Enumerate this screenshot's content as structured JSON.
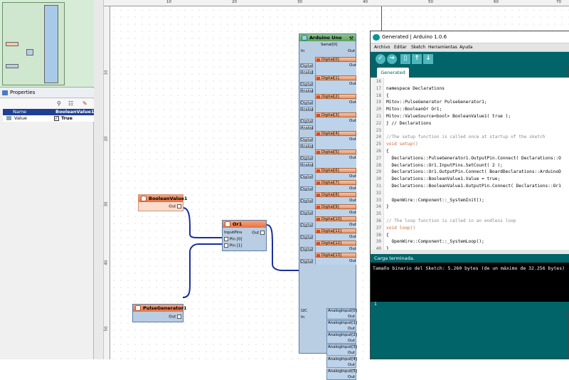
{
  "properties": {
    "title": "Properties",
    "rows": [
      {
        "label": "Name",
        "value": "BooleanValue1"
      },
      {
        "label": "Value",
        "value": "True"
      }
    ]
  },
  "ruler": {
    "top": [
      "10",
      "20",
      "30",
      "40",
      "50",
      "60",
      "70"
    ],
    "left": [
      "10",
      "20",
      "30",
      "40",
      "50"
    ]
  },
  "components": {
    "boolean_value": {
      "title": "BooleanValue1",
      "out": "Out"
    },
    "pulse_generator": {
      "title": "PulseGenerator1",
      "out": "Out"
    },
    "or": {
      "title": "Or1",
      "input_pins": "InputPins",
      "pin0": "Pin [0]",
      "pin1": "Pin [1]",
      "out": "Out"
    },
    "arduino": {
      "title": "Arduino Uno",
      "serial": "Serial[0]",
      "in": "In",
      "out": "Out",
      "digital": "Digital",
      "analog": "Analog",
      "i2c": "I2C",
      "channels": [
        "Digital[0]",
        "Digital[1]",
        "Digital[2]",
        "Digital[3]",
        "Digital[4]",
        "Digital[5]",
        "Digital[6]",
        "Digital[7]",
        "Digital[8]",
        "Digital[9]",
        "Digital[10]",
        "Digital[11]",
        "Digital[12]",
        "Digital[13]"
      ],
      "analog_inputs": [
        "AnalogInput[0]",
        "AnalogInput[1]",
        "AnalogInput[2]",
        "AnalogInput[3]",
        "AnalogInput[4]",
        "AnalogInput[5]"
      ]
    }
  },
  "ide": {
    "title": "Generated | Arduino 1.0.6",
    "menu": [
      "Archivo",
      "Editar",
      "Sketch",
      "Herramientas",
      "Ayuda"
    ],
    "tab": "Generated",
    "lines": [
      {
        "n": "16",
        "text": ""
      },
      {
        "n": "17",
        "text": "namespace Declarations"
      },
      {
        "n": "18",
        "text": "{"
      },
      {
        "n": "19",
        "text": "Mitov::PulseGenerator PulseGenerator1;"
      },
      {
        "n": "20",
        "text": "Mitov::BooleanOr Or1;"
      },
      {
        "n": "21",
        "text": "Mitov::ValueSource<bool> BooleanValue1( true );"
      },
      {
        "n": "22",
        "text": "} // Declarations"
      },
      {
        "n": "23",
        "text": ""
      },
      {
        "n": "24",
        "text": "//The setup function is called once at startup of the sketch"
      },
      {
        "n": "25",
        "text": "void setup()"
      },
      {
        "n": "26",
        "text": "{"
      },
      {
        "n": "27",
        "text": "  Declarations::PulseGenerator1.OutputPin.Connect( Declarations::O"
      },
      {
        "n": "28",
        "text": "  Declarations::Or1.InputPins.SetCount( 2 );"
      },
      {
        "n": "29",
        "text": "  Declarations::Or1.OutputPin.Connect( BoardDeclarations::ArduinoD"
      },
      {
        "n": "30",
        "text": "  Declarations::BooleanValue1.Value = true;"
      },
      {
        "n": "31",
        "text": "  Declarations::BooleanValue1.OutputPin.Connect( Declarations::Or1"
      },
      {
        "n": "32",
        "text": ""
      },
      {
        "n": "33",
        "text": "  OpenWire::Component::_SystemInit();"
      },
      {
        "n": "34",
        "text": "}"
      },
      {
        "n": "35",
        "text": ""
      },
      {
        "n": "36",
        "text": "// The loop function is called in an endless loop"
      },
      {
        "n": "37",
        "text": "void loop()"
      },
      {
        "n": "38",
        "text": "{"
      },
      {
        "n": "39",
        "text": "  OpenWire::Component::_SystemLoop();"
      },
      {
        "n": "40",
        "text": "}"
      }
    ],
    "status": "Carga terminada.",
    "console": "Tamaño binario del Sketch: 5.260 bytes (de un máximo de 32.256 bytes)",
    "footer_line": "1"
  },
  "colors": {
    "ide_teal": "#006468",
    "component_header": "#e7713f",
    "wire": "#1b2f9c"
  }
}
